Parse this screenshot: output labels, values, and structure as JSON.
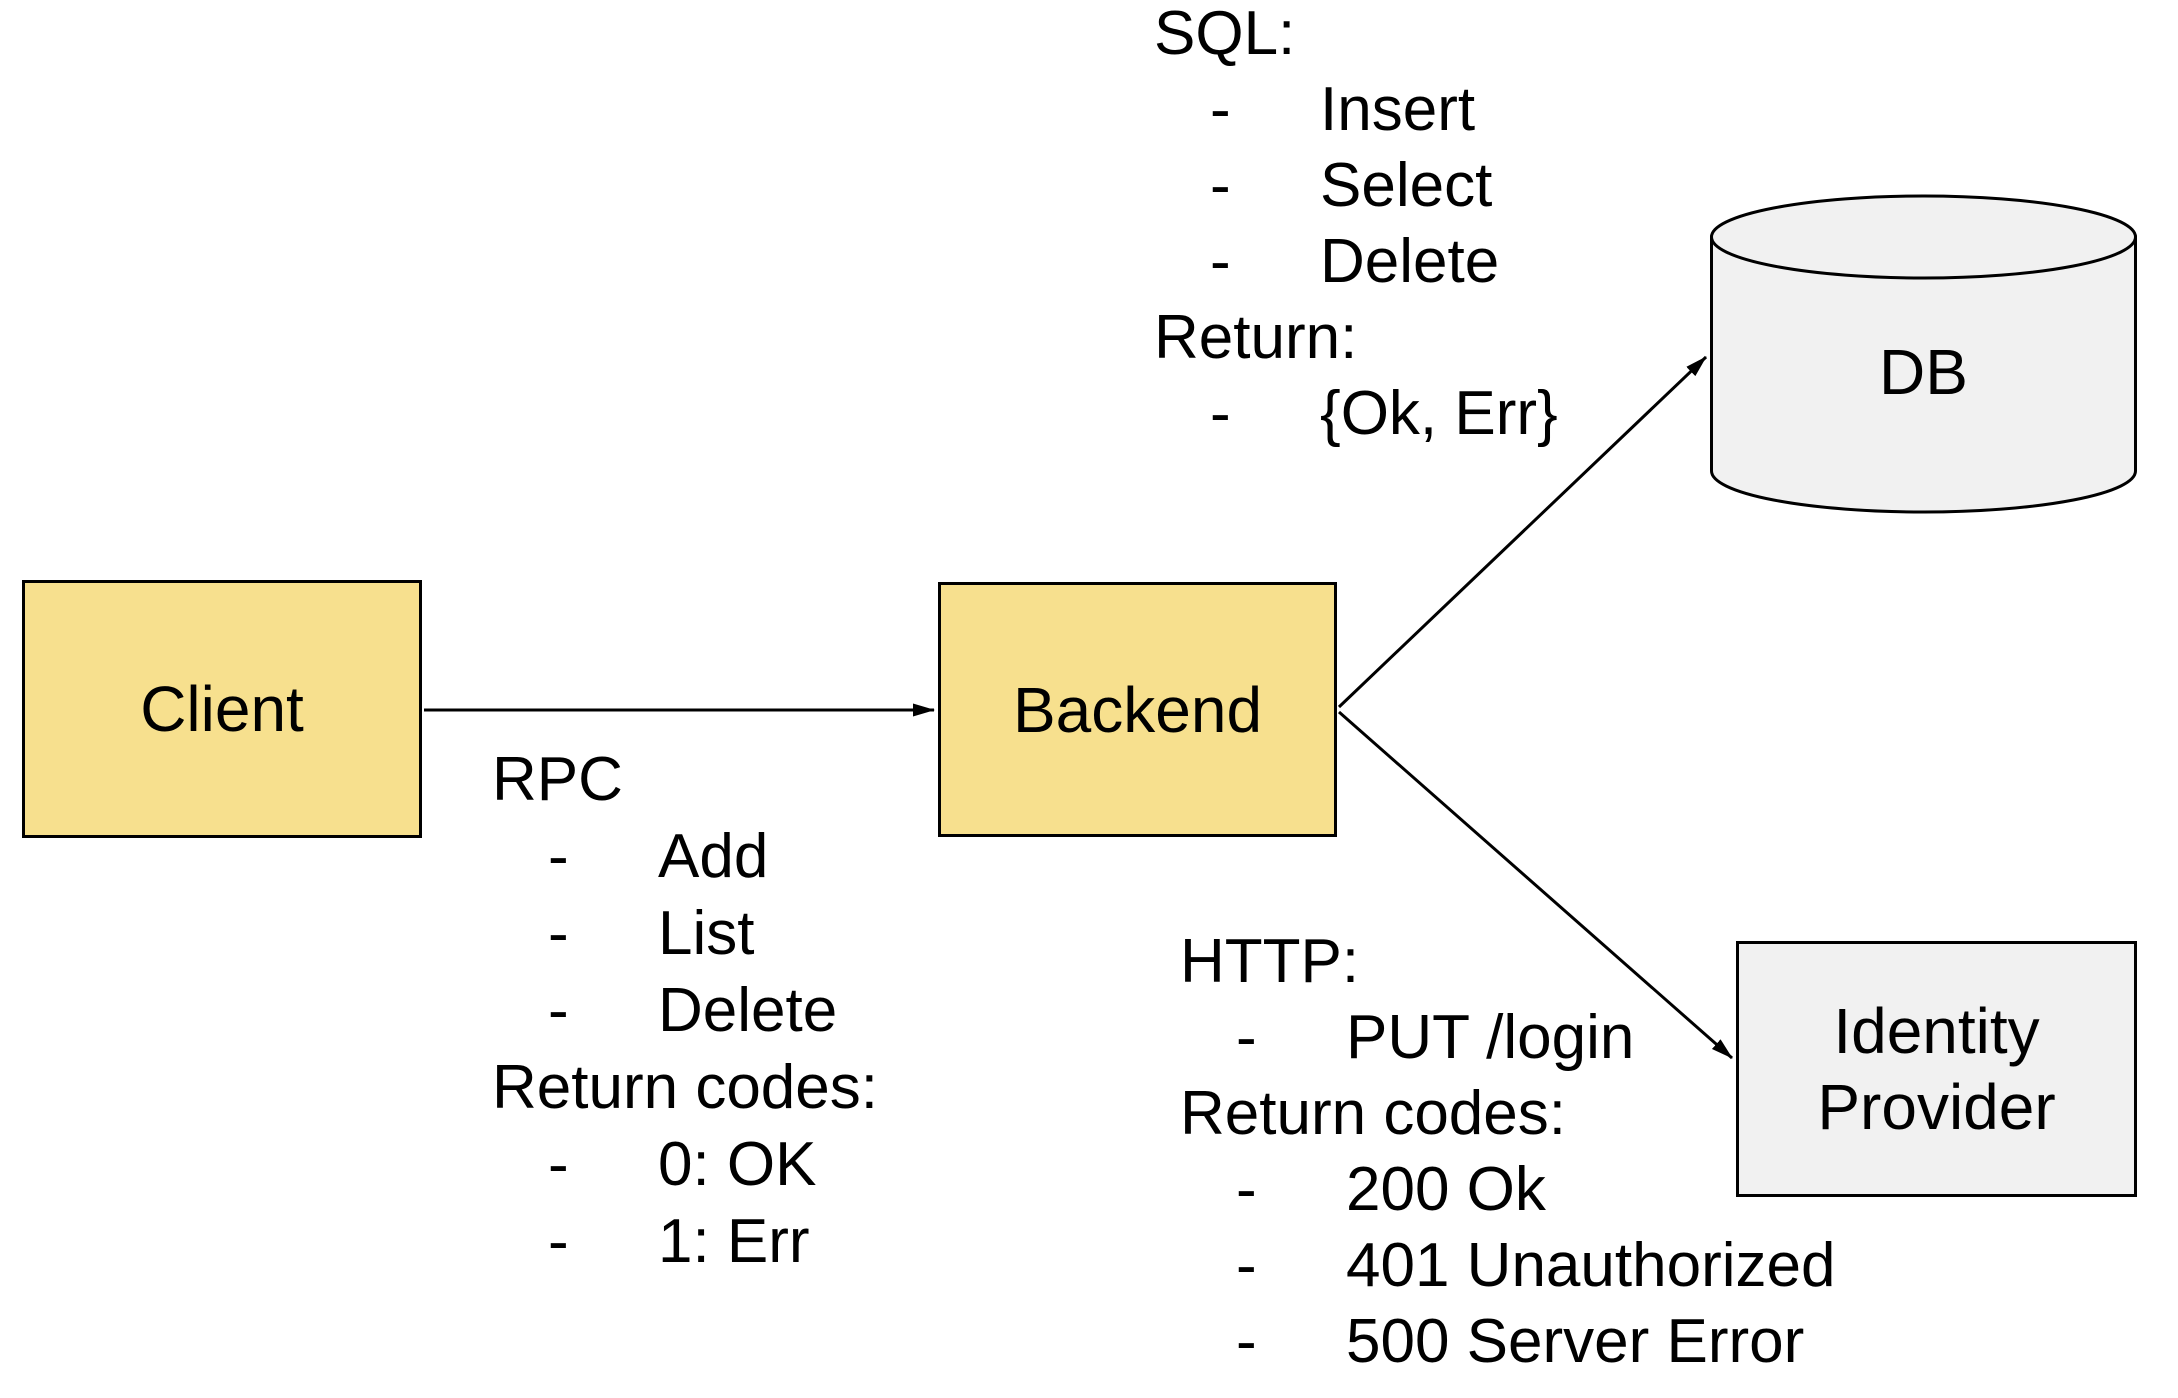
{
  "colors": {
    "node_fill_yellow": "#F7E08E",
    "node_fill_gray": "#F1F1F1",
    "stroke": "#000000",
    "text": "#000000",
    "background": "#FFFFFF"
  },
  "nodes": {
    "client": {
      "label": "Client"
    },
    "backend": {
      "label": "Backend"
    },
    "db": {
      "label": "DB"
    },
    "identity_provider": {
      "label_line1": "Identity",
      "label_line2": "Provider"
    }
  },
  "annotations": {
    "sql": {
      "lines": [
        {
          "text": "SQL:"
        },
        {
          "bullet": "-",
          "text": "Insert"
        },
        {
          "bullet": "-",
          "text": "Select"
        },
        {
          "bullet": "-",
          "text": "Delete"
        },
        {
          "text": "Return:"
        },
        {
          "bullet": "-",
          "text": "{Ok, Err}"
        }
      ]
    },
    "rpc": {
      "lines": [
        {
          "text": "RPC"
        },
        {
          "bullet": "-",
          "text": "Add"
        },
        {
          "bullet": "-",
          "text": "List"
        },
        {
          "bullet": "-",
          "text": "Delete"
        },
        {
          "text": "Return codes:"
        },
        {
          "bullet": "-",
          "text": "0: OK"
        },
        {
          "bullet": "-",
          "text": "1: Err"
        }
      ]
    },
    "http": {
      "lines": [
        {
          "text": "HTTP:"
        },
        {
          "bullet": "-",
          "text": "PUT /login"
        },
        {
          "text": "Return codes:"
        },
        {
          "bullet": "-",
          "text": "200 Ok"
        },
        {
          "bullet": "-",
          "text": "401 Unauthorized"
        },
        {
          "bullet": "-",
          "text": "500 Server Error"
        }
      ]
    }
  }
}
